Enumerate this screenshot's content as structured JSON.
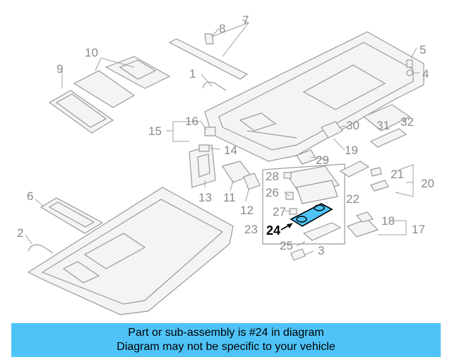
{
  "diagram": {
    "callouts": [
      "1",
      "2",
      "3",
      "4",
      "5",
      "6",
      "7",
      "8",
      "9",
      "10",
      "11",
      "12",
      "13",
      "14",
      "15",
      "16",
      "17",
      "18",
      "19",
      "20",
      "21",
      "22",
      "23",
      "24",
      "25",
      "26",
      "27",
      "28",
      "29",
      "30",
      "31",
      "32"
    ],
    "highlighted_callout": "24"
  },
  "footer": {
    "line1": "Part or sub-assembly is #24 in diagram",
    "line2": "Diagram may not be specific to your vehicle"
  },
  "colors": {
    "footer_background": "#4fc3f7",
    "highlight_fill": "#4fc3f7",
    "part_outline": "#9a9a9a"
  }
}
